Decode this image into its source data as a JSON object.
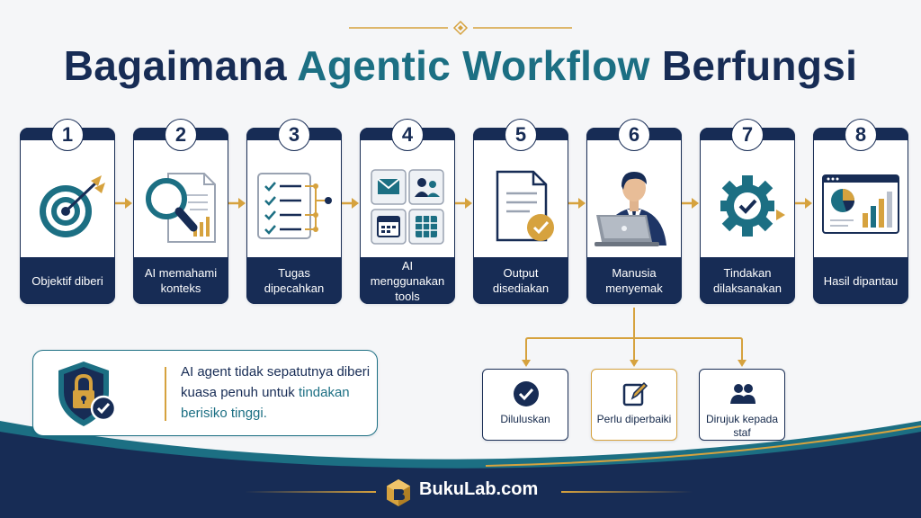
{
  "title": {
    "part1": "Bagaimana",
    "part2": "Agentic Workflow",
    "part3": "Berfungsi"
  },
  "steps": [
    {
      "number": "1",
      "label": "Objektif diberi",
      "icon": "target-icon"
    },
    {
      "number": "2",
      "label": "AI memahami konteks",
      "icon": "magnifier-document-icon"
    },
    {
      "number": "3",
      "label": "Tugas dipecahkan",
      "icon": "checklist-icon"
    },
    {
      "number": "4",
      "label": "AI menggunakan tools",
      "icon": "tools-grid-icon"
    },
    {
      "number": "5",
      "label": "Output disediakan",
      "icon": "document-check-icon"
    },
    {
      "number": "6",
      "label": "Manusia menyemak",
      "icon": "person-laptop-icon"
    },
    {
      "number": "7",
      "label": "Tindakan dilaksanakan",
      "icon": "gear-check-icon"
    },
    {
      "number": "8",
      "label": "Hasil dipantau",
      "icon": "dashboard-icon"
    }
  ],
  "outcomes": [
    {
      "label": "Diluluskan",
      "icon": "check-circle-icon"
    },
    {
      "label": "Perlu diperbaiki",
      "icon": "edit-icon"
    },
    {
      "label": "Dirujuk kepada staf",
      "icon": "people-icon"
    }
  ],
  "warning": {
    "text_before": "AI agent tidak sepatutnya diberi kuasa penuh untuk ",
    "text_highlight": "tindakan berisiko tinggi.",
    "icon": "shield-lock-icon"
  },
  "footer": {
    "brand": "BukuLab.com",
    "icon": "bukulab-logo-icon"
  },
  "colors": {
    "navy": "#172c55",
    "teal": "#1c6f83",
    "gold": "#d6a23e",
    "background": "#f5f6f8"
  }
}
